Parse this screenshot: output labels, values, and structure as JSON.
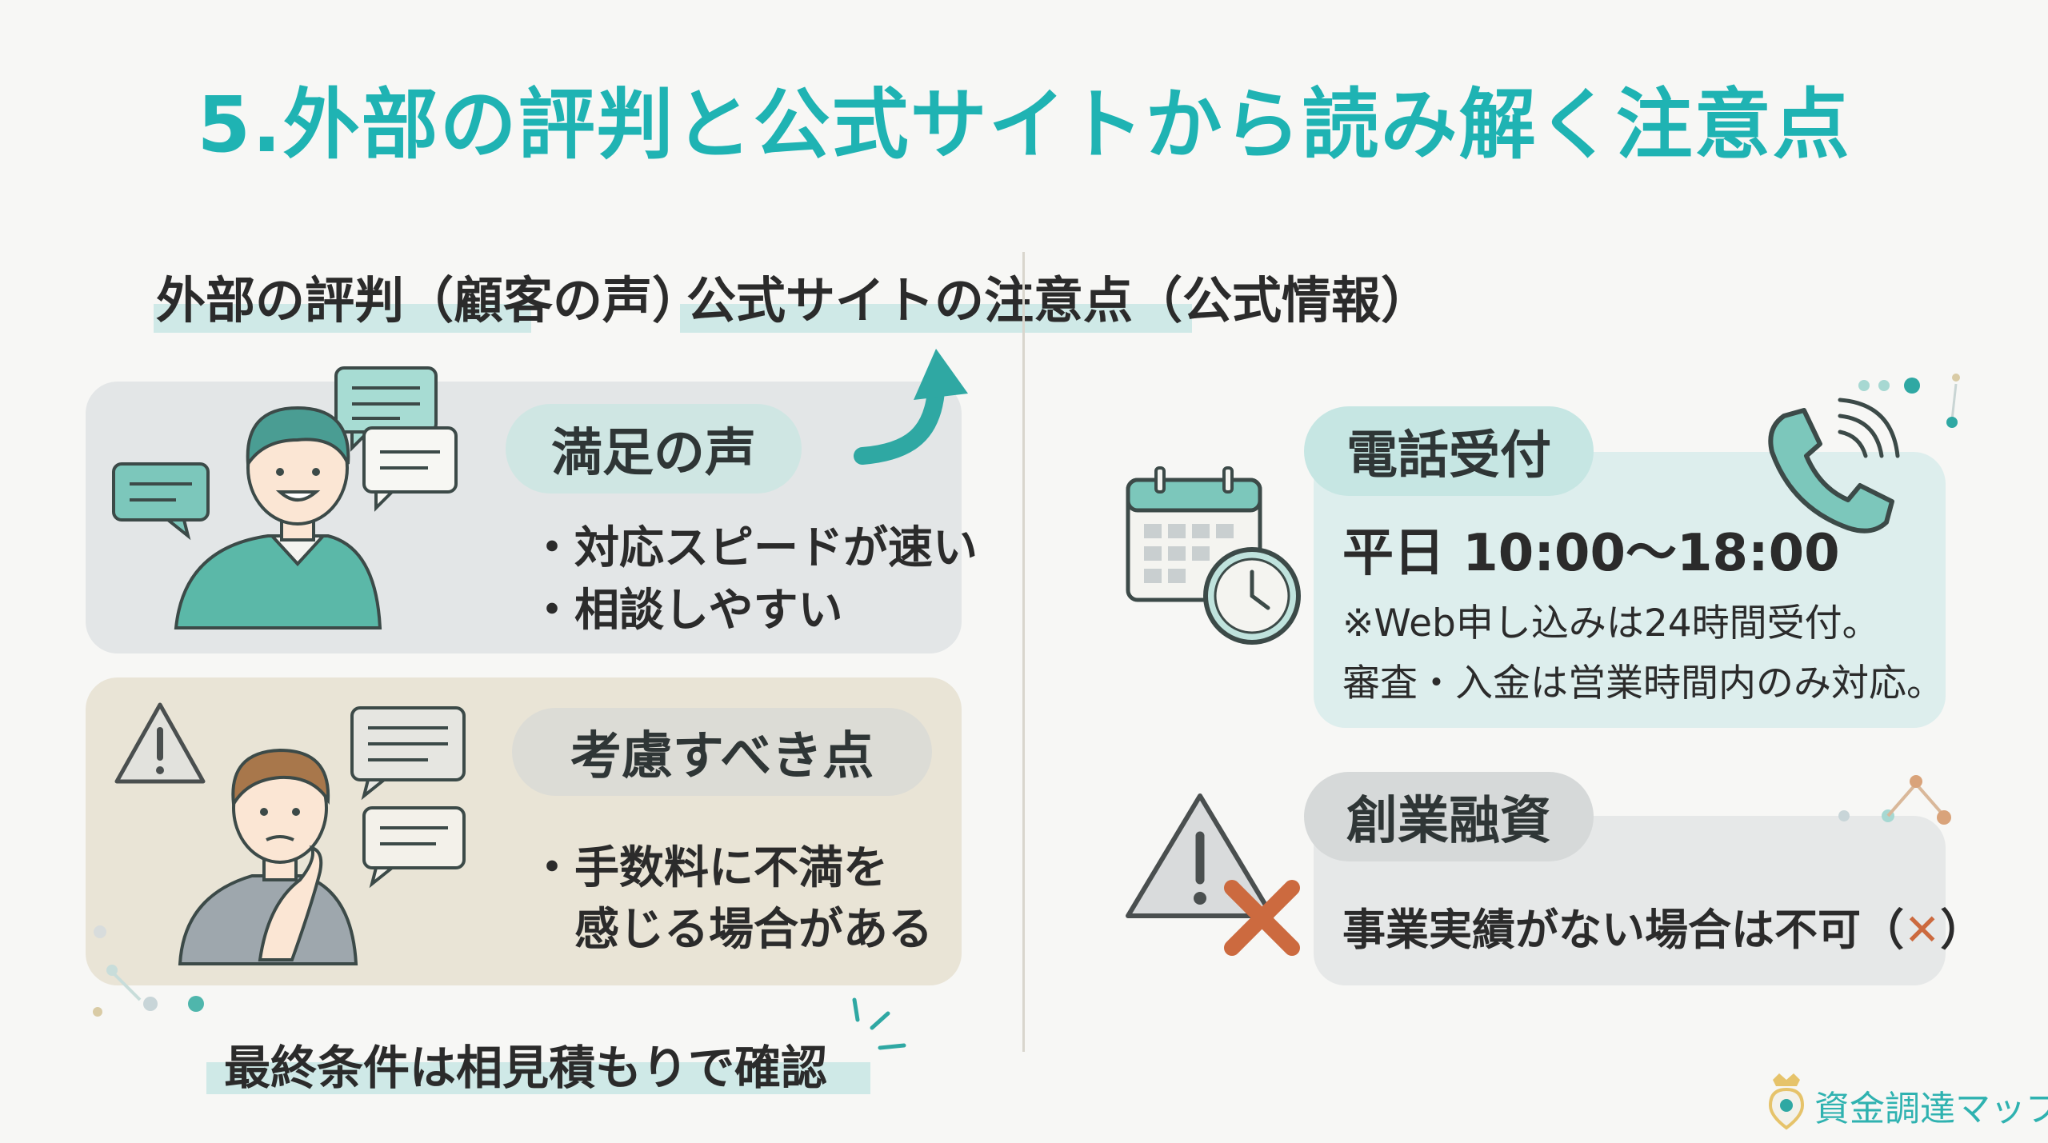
{
  "title": "5.外部の評判と公式サイトから読み解く注意点",
  "left": {
    "heading": "外部の評判（顧客の声）",
    "satisfied": {
      "label": "満足の声",
      "bullets": [
        "・対応スピードが速い",
        "・相談しやすい"
      ]
    },
    "consider": {
      "label": "考慮すべき点",
      "bullets": [
        "・手数料に不満を",
        "　感じる場合がある"
      ]
    },
    "final_note": "最終条件は相見積もりで確認"
  },
  "right": {
    "heading": "公式サイトの注意点（公式情報）",
    "phone": {
      "label": "電話受付",
      "hours": "平日 10:00〜18:00",
      "notes": [
        "※Web申し込みは24時間受付。",
        "審査・入金は営業時間内のみ対応。"
      ]
    },
    "startup": {
      "label": "創業融資",
      "text_before": "事業実績がない場合は不可（",
      "mark": "✕",
      "text_after": "）"
    }
  },
  "brand": "資金調達マップ",
  "colors": {
    "accent": "#1fb3b3",
    "teal_figure": "#5bb8a8",
    "warning_x": "#cc6a3f"
  },
  "icons": [
    "arrow-up-icon",
    "person-happy-icon",
    "speech-bubble-icon",
    "warning-icon",
    "person-thinking-icon",
    "calendar-icon",
    "clock-icon",
    "phone-icon",
    "cross-icon",
    "pin-logo-icon"
  ]
}
